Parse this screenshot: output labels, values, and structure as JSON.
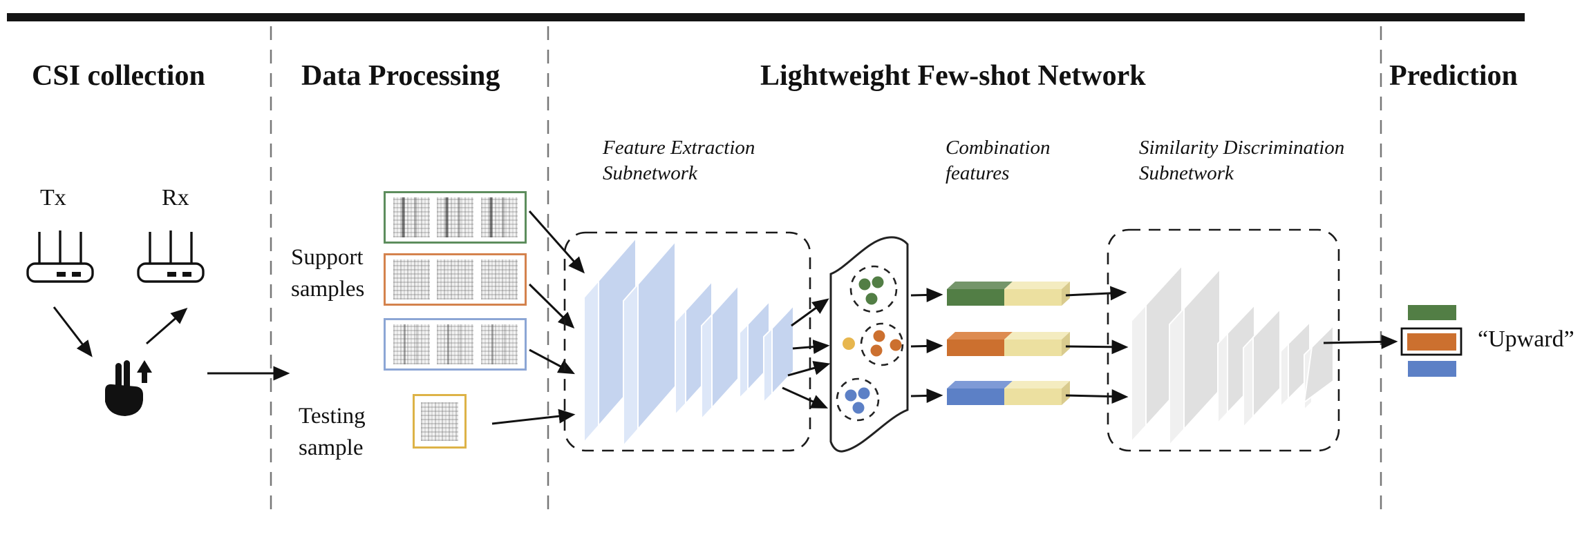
{
  "headings": {
    "csi": "CSI collection",
    "data_processing": "Data Processing",
    "network": "Lightweight Few-shot Network",
    "prediction": "Prediction"
  },
  "csi": {
    "tx_label": "Tx",
    "rx_label": "Rx"
  },
  "data_processing": {
    "support_label": [
      "Support",
      "samples"
    ],
    "testing_label": [
      "Testing",
      "sample"
    ]
  },
  "network": {
    "feature_extraction_label": [
      "Feature Extraction",
      "Subnetwork"
    ],
    "combination_label": [
      "Combination",
      "features"
    ],
    "similarity_label": [
      "Similarity Discrimination",
      "Subnetwork"
    ]
  },
  "prediction": {
    "result_label": "“Upward”"
  },
  "colors": {
    "class_green": "#527e45",
    "class_orange": "#cc702f",
    "class_blue": "#5c80c6",
    "testing_yellow": "#e7b64e",
    "pale_yellow_feature": "#ece0a0",
    "support_box_green": "#5d8d5d",
    "support_box_orange": "#d4824d",
    "support_box_blue": "#8ca6d5",
    "testing_box_yellow": "#ddb347"
  }
}
